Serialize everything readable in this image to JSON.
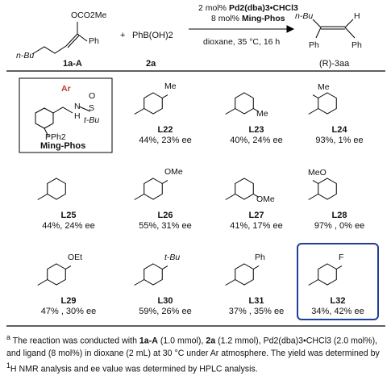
{
  "scheme": {
    "r1": {
      "label": "1a-A",
      "substituent": "OCO2Me",
      "chain": "n-Bu",
      "aryl": "Ph"
    },
    "plus": "+",
    "r2": {
      "formula": "PhB(OH)2",
      "label": "2a"
    },
    "conditions": {
      "line1_pre": "2 mol% ",
      "line1_cat": "Pd2(dba)3•CHCl3",
      "line2_pre": "8 mol% ",
      "line2_lig": "Ming-Phos",
      "line3": "dioxane, 35 °C, 16 h"
    },
    "product": {
      "label": "(R)-3aa",
      "chain": "n-Bu",
      "h": "H",
      "ph1": "Ph",
      "ph2": "Ph"
    }
  },
  "ligand_box": {
    "name": "Ming-Phos",
    "ar": "Ar",
    "nh": "N",
    "h": "H",
    "s": "S",
    "o": "O",
    "tbu": "t-Bu",
    "pph2": "PPh2"
  },
  "ligands": [
    {
      "id": "L22",
      "result": "44%, 23% ee",
      "substituent": "Me",
      "position": "para"
    },
    {
      "id": "L23",
      "result": "40%, 24% ee",
      "substituent": "Me",
      "position": "meta"
    },
    {
      "id": "L24",
      "result": "93%, 1% ee",
      "substituent": "Me",
      "position": "ortho"
    },
    {
      "id": "L25",
      "result": "44%, 24% ee",
      "substituent": "",
      "position": "none"
    },
    {
      "id": "L26",
      "result": "55%, 31% ee",
      "substituent": "OMe",
      "position": "para"
    },
    {
      "id": "L27",
      "result": "41%, 17% ee",
      "substituent": "OMe",
      "position": "meta"
    },
    {
      "id": "L28",
      "result": "97% , 0% ee",
      "substituent": "MeO",
      "position": "ortho"
    },
    {
      "id": "L29",
      "result": "47% , 30% ee",
      "substituent": "OEt",
      "position": "para"
    },
    {
      "id": "L30",
      "result": "59%, 26% ee",
      "substituent": "t-Bu",
      "position": "para"
    },
    {
      "id": "L31",
      "result": "37% , 35% ee",
      "substituent": "Ph",
      "position": "para"
    },
    {
      "id": "L32",
      "result": "34%, 42% ee",
      "substituent": "F",
      "position": "para",
      "highlight": true
    }
  ],
  "footnote": {
    "sup": "a",
    "t1": " The reaction was conducted with ",
    "b1": "1a-A",
    "t2": " (1.0 mmol), ",
    "b2": "2a",
    "t3": " (1.2 mmol), Pd2(dba)3•CHCl3 (2.0 mol%), and ligand (8 mol%) in dioxane (2 mL) at 30 °C under Ar atmosphere. The yield was determined by ",
    "sup2": "1",
    "t4": "H NMR analysis and ee value was determined by HPLC analysis."
  },
  "colors": {
    "ar": "#c0392b",
    "highlight_border": "#1f3f99",
    "line": "#000000"
  }
}
